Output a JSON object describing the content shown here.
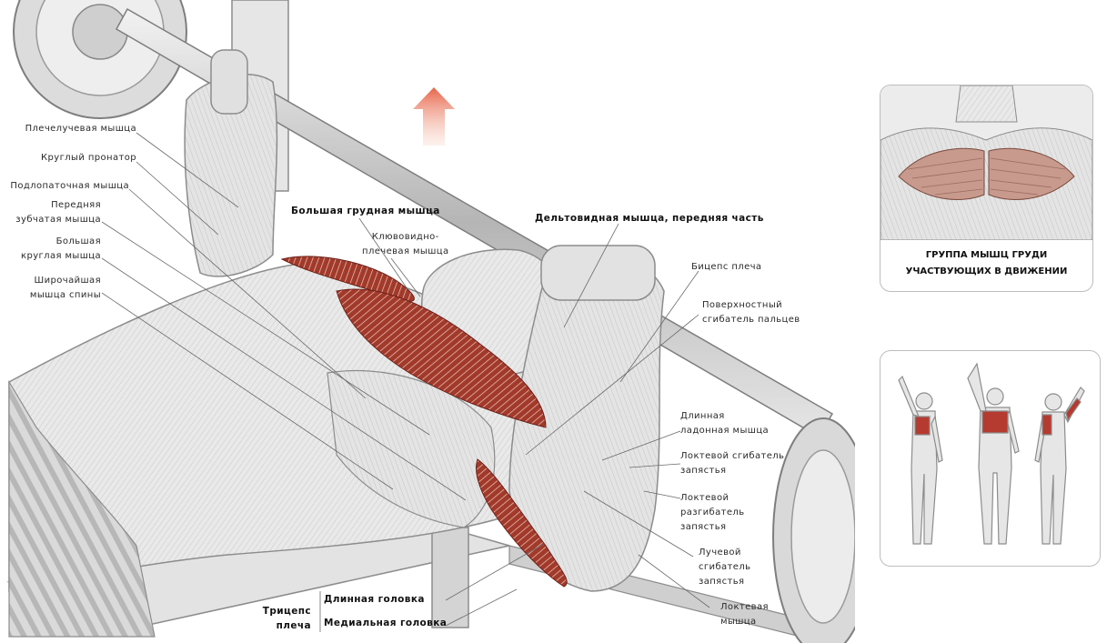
{
  "labels": {
    "brachioradialis": "Плечелучевая мышца",
    "pronator_teres": "Круглый пронатор",
    "subscapularis": "Подлопаточная мышца",
    "serratus_anterior": [
      "Передняя",
      "зубчатая мышца"
    ],
    "teres_major": [
      "Большая",
      "круглая мышца"
    ],
    "latissimus_dorsi": [
      "Широчайшая",
      "мышца спины"
    ],
    "pectoralis_major": "Большая грудная мышца",
    "coracobrachialis": [
      "Клювовидно-",
      "плечевая мышца"
    ],
    "anterior_deltoid": "Дельтовидная мышца, передняя часть",
    "biceps": "Бицепс плеча",
    "flexor_digitorum_superficialis": [
      "Поверхностный",
      "сгибатель пальцев"
    ],
    "palmaris_longus": [
      "Длинная",
      "ладонная мышца"
    ],
    "flexor_carpi_ulnaris": [
      "Локтевой сгибатель",
      "запястья"
    ],
    "extensor_carpi_ulnaris": [
      "Локтевой",
      "разгибатель",
      "запястья"
    ],
    "flexor_carpi_radialis": [
      "Лучевой",
      "сгибатель",
      "запястья"
    ],
    "anconeus": [
      "Локтевая",
      "мышца"
    ],
    "triceps": [
      "Трицепс",
      "плеча"
    ],
    "long_head": "Длинная головка",
    "medial_head": "Медиальная головка"
  },
  "panels": {
    "chest_caption": [
      "ГРУППА МЫШЦ ГРУДИ",
      "УЧАСТВУЮЩИХ В ДВИЖЕНИИ"
    ]
  },
  "colors": {
    "muscle_red": "#a23a2c",
    "arrow_orange": "#e8654a",
    "sketch_gray": "#8c8c8c"
  }
}
